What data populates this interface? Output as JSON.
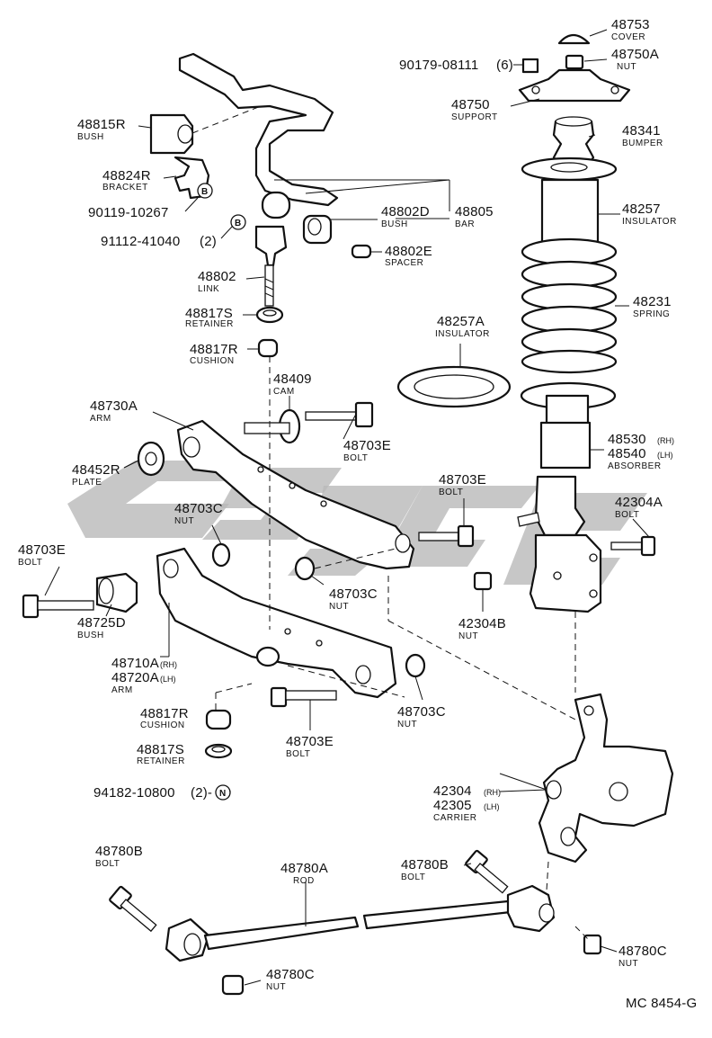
{
  "diagram": {
    "code": "MC 8454-G",
    "labels": [
      {
        "id": "cover",
        "num": "48753",
        "name": "COVER"
      },
      {
        "id": "nut-48750a",
        "num": "48750A",
        "name": "NUT"
      },
      {
        "id": "std-90179",
        "num": "90179-08111",
        "qty": "(6)"
      },
      {
        "id": "support",
        "num": "48750",
        "name": "SUPPORT"
      },
      {
        "id": "bumper",
        "num": "48341",
        "name": "BUMPER"
      },
      {
        "id": "bush-48815r",
        "num": "48815R",
        "name": "BUSH"
      },
      {
        "id": "bracket",
        "num": "48824R",
        "name": "BRACKET"
      },
      {
        "id": "std-90119",
        "num": "90119-10267",
        "circ": "B"
      },
      {
        "id": "std-91112",
        "num": "91112-41040",
        "qty": "(2)",
        "circ": "B"
      },
      {
        "id": "bush-48802d",
        "num": "48802D",
        "name": "BUSH"
      },
      {
        "id": "bar",
        "num": "48805",
        "name": "BAR"
      },
      {
        "id": "insulator-48257",
        "num": "48257",
        "name": "INSULATOR"
      },
      {
        "id": "spacer",
        "num": "48802E",
        "name": "SPACER"
      },
      {
        "id": "link",
        "num": "48802",
        "name": "LINK"
      },
      {
        "id": "spring",
        "num": "48231",
        "name": "SPRING"
      },
      {
        "id": "retainer-top",
        "num": "48817S",
        "name": "RETAINER"
      },
      {
        "id": "insulator-48257a",
        "num": "48257A",
        "name": "INSULATOR"
      },
      {
        "id": "cushion-top",
        "num": "48817R",
        "name": "CUSHION"
      },
      {
        "id": "cam",
        "num": "48409",
        "name": "CAM"
      },
      {
        "id": "arm-48730a",
        "num": "48730A",
        "name": "ARM"
      },
      {
        "id": "bolt-48703e-a",
        "num": "48703E",
        "name": "BOLT"
      },
      {
        "id": "absorber",
        "num": "48530",
        "sfx": "(RH)",
        "num2": "48540",
        "sfx2": "(LH)",
        "name": "ABSORBER"
      },
      {
        "id": "plate",
        "num": "48452R",
        "name": "PLATE"
      },
      {
        "id": "bolt-48703e-b",
        "num": "48703E",
        "name": "BOLT"
      },
      {
        "id": "nut-48703c-a",
        "num": "48703C",
        "name": "NUT"
      },
      {
        "id": "bolt-42304a",
        "num": "42304A",
        "name": "BOLT"
      },
      {
        "id": "bolt-48703e-c",
        "num": "48703E",
        "name": "BOLT"
      },
      {
        "id": "nut-48703c-b",
        "num": "48703C",
        "name": "NUT"
      },
      {
        "id": "nut-42304b",
        "num": "42304B",
        "name": "NUT"
      },
      {
        "id": "bush-48725d",
        "num": "48725D",
        "name": "BUSH"
      },
      {
        "id": "arm-48710a",
        "num": "48710A",
        "sfx": "(RH)",
        "num2": "48720A",
        "sfx2": "(LH)",
        "name": "ARM"
      },
      {
        "id": "cushion-bot",
        "num": "48817R",
        "name": "CUSHION"
      },
      {
        "id": "nut-48703c-c",
        "num": "48703C",
        "name": "NUT"
      },
      {
        "id": "bolt-48703e-d",
        "num": "48703E",
        "name": "BOLT"
      },
      {
        "id": "retainer-bot",
        "num": "48817S",
        "name": "RETAINER"
      },
      {
        "id": "std-94182",
        "num": "94182-10800",
        "qty": "(2)-",
        "circ": "N"
      },
      {
        "id": "carrier",
        "num": "42304",
        "sfx": "(RH)",
        "num2": "42305",
        "sfx2": "(LH)",
        "name": "CARRIER"
      },
      {
        "id": "bolt-48780b-l",
        "num": "48780B",
        "name": "BOLT"
      },
      {
        "id": "rod",
        "num": "48780A",
        "name": "ROD"
      },
      {
        "id": "bolt-48780b-r",
        "num": "48780B",
        "name": "BOLT"
      },
      {
        "id": "nut-48780c-r",
        "num": "48780C",
        "name": "NUT"
      },
      {
        "id": "nut-48780c-l",
        "num": "48780C",
        "name": "NUT"
      }
    ]
  }
}
